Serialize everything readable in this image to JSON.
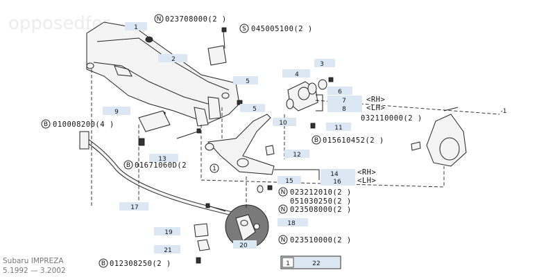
{
  "watermark": "opposedfor",
  "diagram": {
    "part_numbers": [
      "1",
      "2",
      "3",
      "4",
      "5",
      "5",
      "6",
      "7",
      "8",
      "9",
      "10",
      "11",
      "12",
      "13",
      "14",
      "15",
      "16",
      "17",
      "18",
      "19",
      "20",
      "21",
      "22",
      "-1"
    ],
    "codes": {
      "n_023708000": "023708000(2 )",
      "s_045005100": "045005100(2 )",
      "b_010008200": "010008200(4 )",
      "b_01671060": "01671060D(2",
      "b_015610452": "015610452(2 )",
      "n_023212010": "023212010(2 )",
      "p_051030250": "051030250(2 )",
      "n_023508000": "023508000(2 )",
      "n_023510000": "023510000(2 )",
      "b_012308250": "012308250(2 )",
      "p_032110000": "032110000(2 )"
    },
    "circle_marks": {
      "n": "N",
      "s": "S",
      "b": "B",
      "one": "1"
    },
    "side_labels": {
      "rh": "<RH>",
      "lh": "<LH>"
    }
  },
  "footer": {
    "model": "Subaru IMPREZA",
    "years": "5.1992 — 3.2002"
  }
}
